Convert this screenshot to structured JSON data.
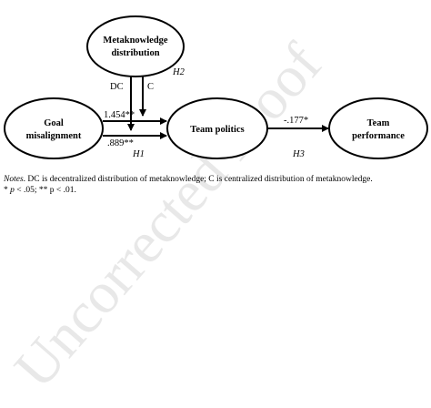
{
  "watermark": "Uncorrected Proof",
  "nodes": {
    "metaknowledge": {
      "line1": "Metaknowledge",
      "line2": "distribution"
    },
    "goal": {
      "line1": "Goal",
      "line2": "misalignment"
    },
    "politics": {
      "line1": "Team politics"
    },
    "performance": {
      "line1": "Team",
      "line2": "performance"
    }
  },
  "edges": {
    "dc_label": "DC",
    "c_label": "C",
    "h2_label": "H2",
    "dc_coef": "1.454**",
    "c_coef": ".889**",
    "h1_label": "H1",
    "h3_coef": "-.177*",
    "h3_label": "H3"
  },
  "notes": {
    "notes_word": "Notes",
    "notes_text": ". DC is decentralized distribution of metaknowledge; C is centralized distribution of metaknowledge.",
    "p1": "p",
    "sig1": " < .05; ** p < .01.",
    "star1": "* "
  }
}
